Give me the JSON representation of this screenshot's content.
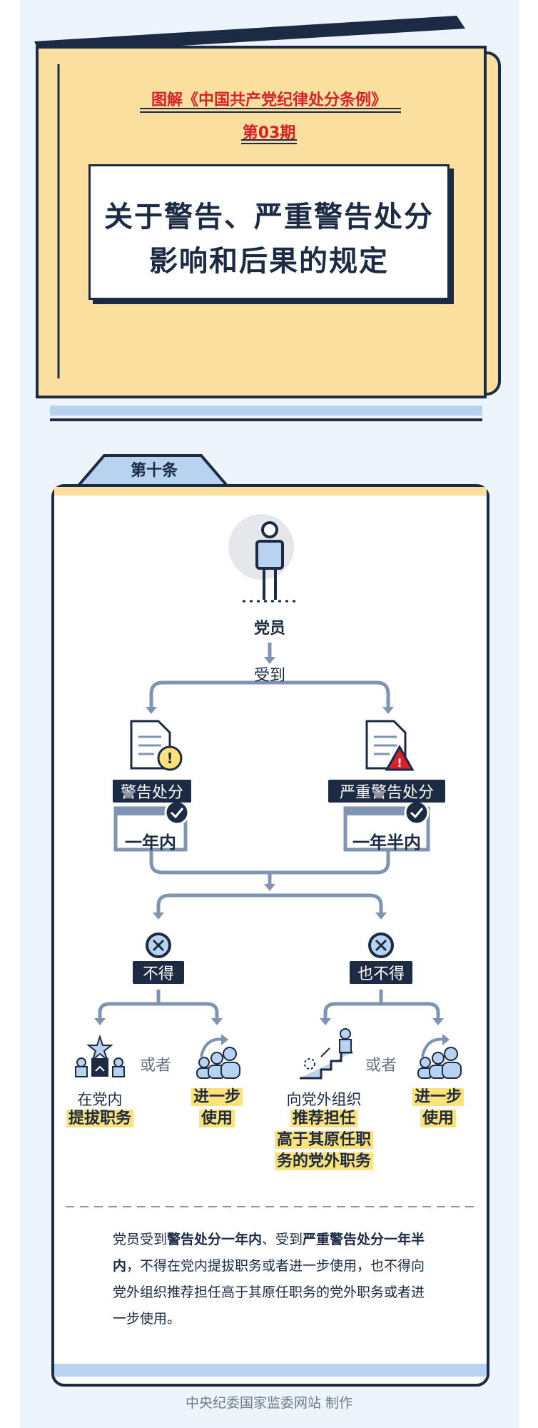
{
  "header": {
    "series_title": "图解《中国共产党纪律处分条例》",
    "issue": "第03期",
    "main_title_line1": "关于警告、严重警告处分",
    "main_title_line2": "影响和后果的规定"
  },
  "section": {
    "tab_label": "第十条"
  },
  "flow": {
    "top_node": "党员",
    "receive": "受到",
    "left": {
      "label": "警告处分",
      "period": "一年内",
      "ban": "不得",
      "option_a_line1": "在党内",
      "option_a_line2": "提拔职务",
      "or": "或者",
      "option_b_line1": "进一步",
      "option_b_line2": "使用"
    },
    "right": {
      "label": "严重警告处分",
      "period": "一年半内",
      "ban": "也不得",
      "option_a_line1": "向党外组织",
      "option_a_line2": "推荐担任",
      "option_a_line3": "高于其原任职",
      "option_a_line4": "务的党外职务",
      "or": "或者",
      "option_b_line1": "进一步",
      "option_b_line2": "使用"
    }
  },
  "summary": {
    "p1": "党员受到",
    "b1": "警告处分一年内",
    "p2": "、受到",
    "b2": "严重警告处分一年半内",
    "p3": "，不得在党内提拔职务或者进一步使用，也不得向党外组织推荐担任高于其原任职务的党外职务或者进一步使用。"
  },
  "footer": {
    "credit": "中央纪委国家监委网站 制作"
  },
  "colors": {
    "navy": "#1c2a44",
    "cream": "#fbdf9f",
    "red": "#d8202a",
    "steel": "#7f93b3",
    "highlight": "#fbe27a",
    "light_blue": "#b8d3f0"
  }
}
